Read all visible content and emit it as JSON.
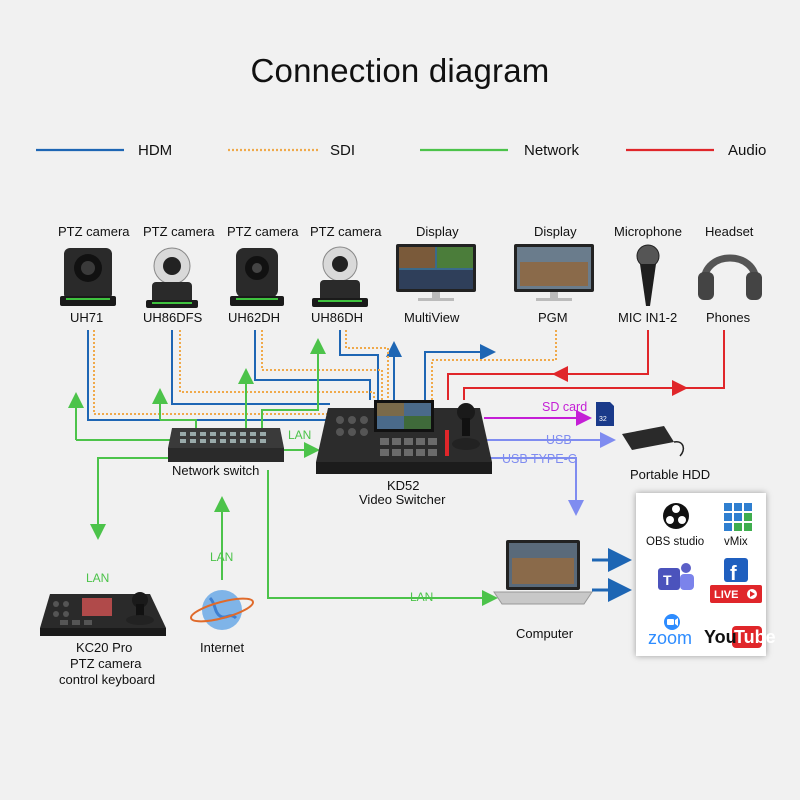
{
  "title": "Connection diagram",
  "legend": [
    {
      "label": "HDM",
      "color": "#1e66b4",
      "style": "solid"
    },
    {
      "label": "SDI",
      "color": "#f0a94a",
      "style": "dotted"
    },
    {
      "label": "Network",
      "color": "#4cc34a",
      "style": "solid"
    },
    {
      "label": "Audio",
      "color": "#e0262a",
      "style": "solid"
    }
  ],
  "cameras": [
    {
      "type": "PTZ camera",
      "model": "UH71"
    },
    {
      "type": "PTZ camera",
      "model": "UH86DFS"
    },
    {
      "type": "PTZ camera",
      "model": "UH62DH"
    },
    {
      "type": "PTZ camera",
      "model": "UH86DH"
    }
  ],
  "displays": [
    {
      "type": "Display",
      "name": "MultiView"
    },
    {
      "type": "Display",
      "name": "PGM"
    }
  ],
  "microphone": {
    "type": "Microphone",
    "name": "MIC IN1-2"
  },
  "headset": {
    "type": "Headset",
    "name": "Phones"
  },
  "switcher": {
    "model": "KD52",
    "name": "Video Switcher"
  },
  "network_switch": {
    "name": "Network switch"
  },
  "connections": {
    "sd_card": "SD card",
    "usb": "USB",
    "usb_typec": "USB TYPE-C",
    "lan": "LAN"
  },
  "sd_card_capacity": "32",
  "portable_hdd": {
    "name": "Portable HDD"
  },
  "computer": {
    "name": "Computer"
  },
  "internet": {
    "name": "Internet"
  },
  "keyboard": {
    "model": "KC20 Pro",
    "line1": "PTZ camera",
    "line2": "control keyboard"
  },
  "services": {
    "obs": "OBS studio",
    "vmix": "vMix",
    "zoom": "zoom",
    "youtube_you": "You",
    "youtube_tube": "Tube",
    "facebook_live": "LIVE"
  },
  "colors": {
    "hdmi": "#1e66b4",
    "sdi": "#f0a94a",
    "network": "#4cc34a",
    "audio": "#e0262a",
    "usb": "#7f8cf0",
    "sd": "#c41ed6"
  }
}
